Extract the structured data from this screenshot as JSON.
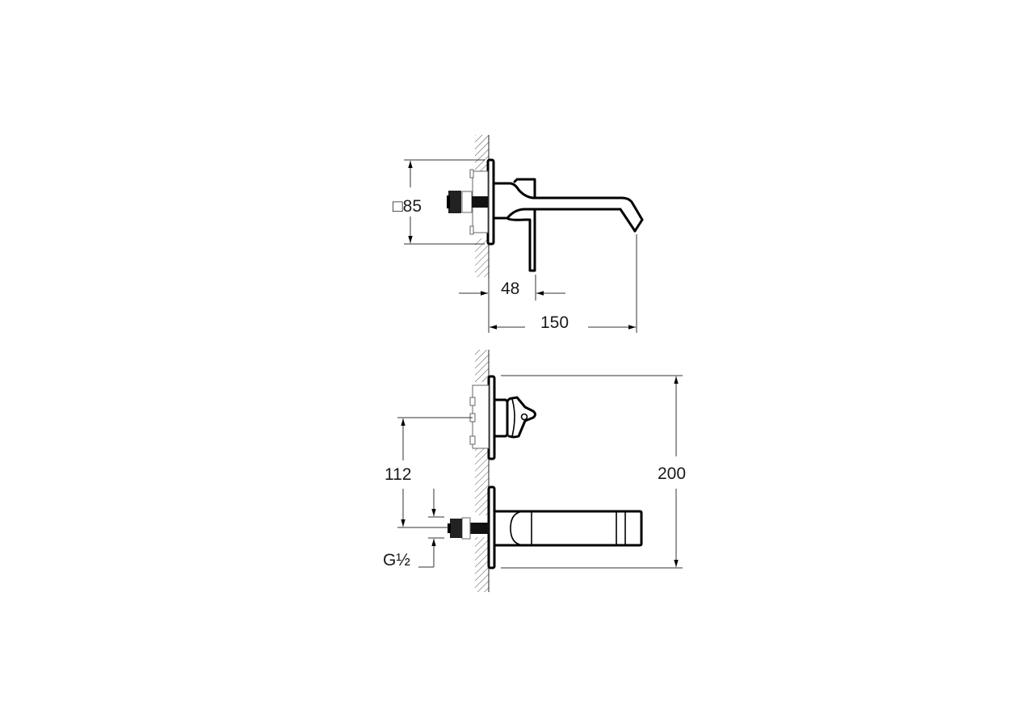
{
  "drawing": {
    "title": "Wall-mounted basin mixer technical drawing",
    "units": "mm",
    "colors": {
      "line": "#000000",
      "dimension": "#333333",
      "background": "#ffffff"
    }
  },
  "side_view": {
    "dimensions": {
      "rosette_square": "□85",
      "handle_projection": "48",
      "spout_projection": "150"
    }
  },
  "front_view": {
    "dimensions": {
      "inlet_to_handle_center": "112",
      "total_height": "200",
      "thread_size": "G½"
    }
  }
}
